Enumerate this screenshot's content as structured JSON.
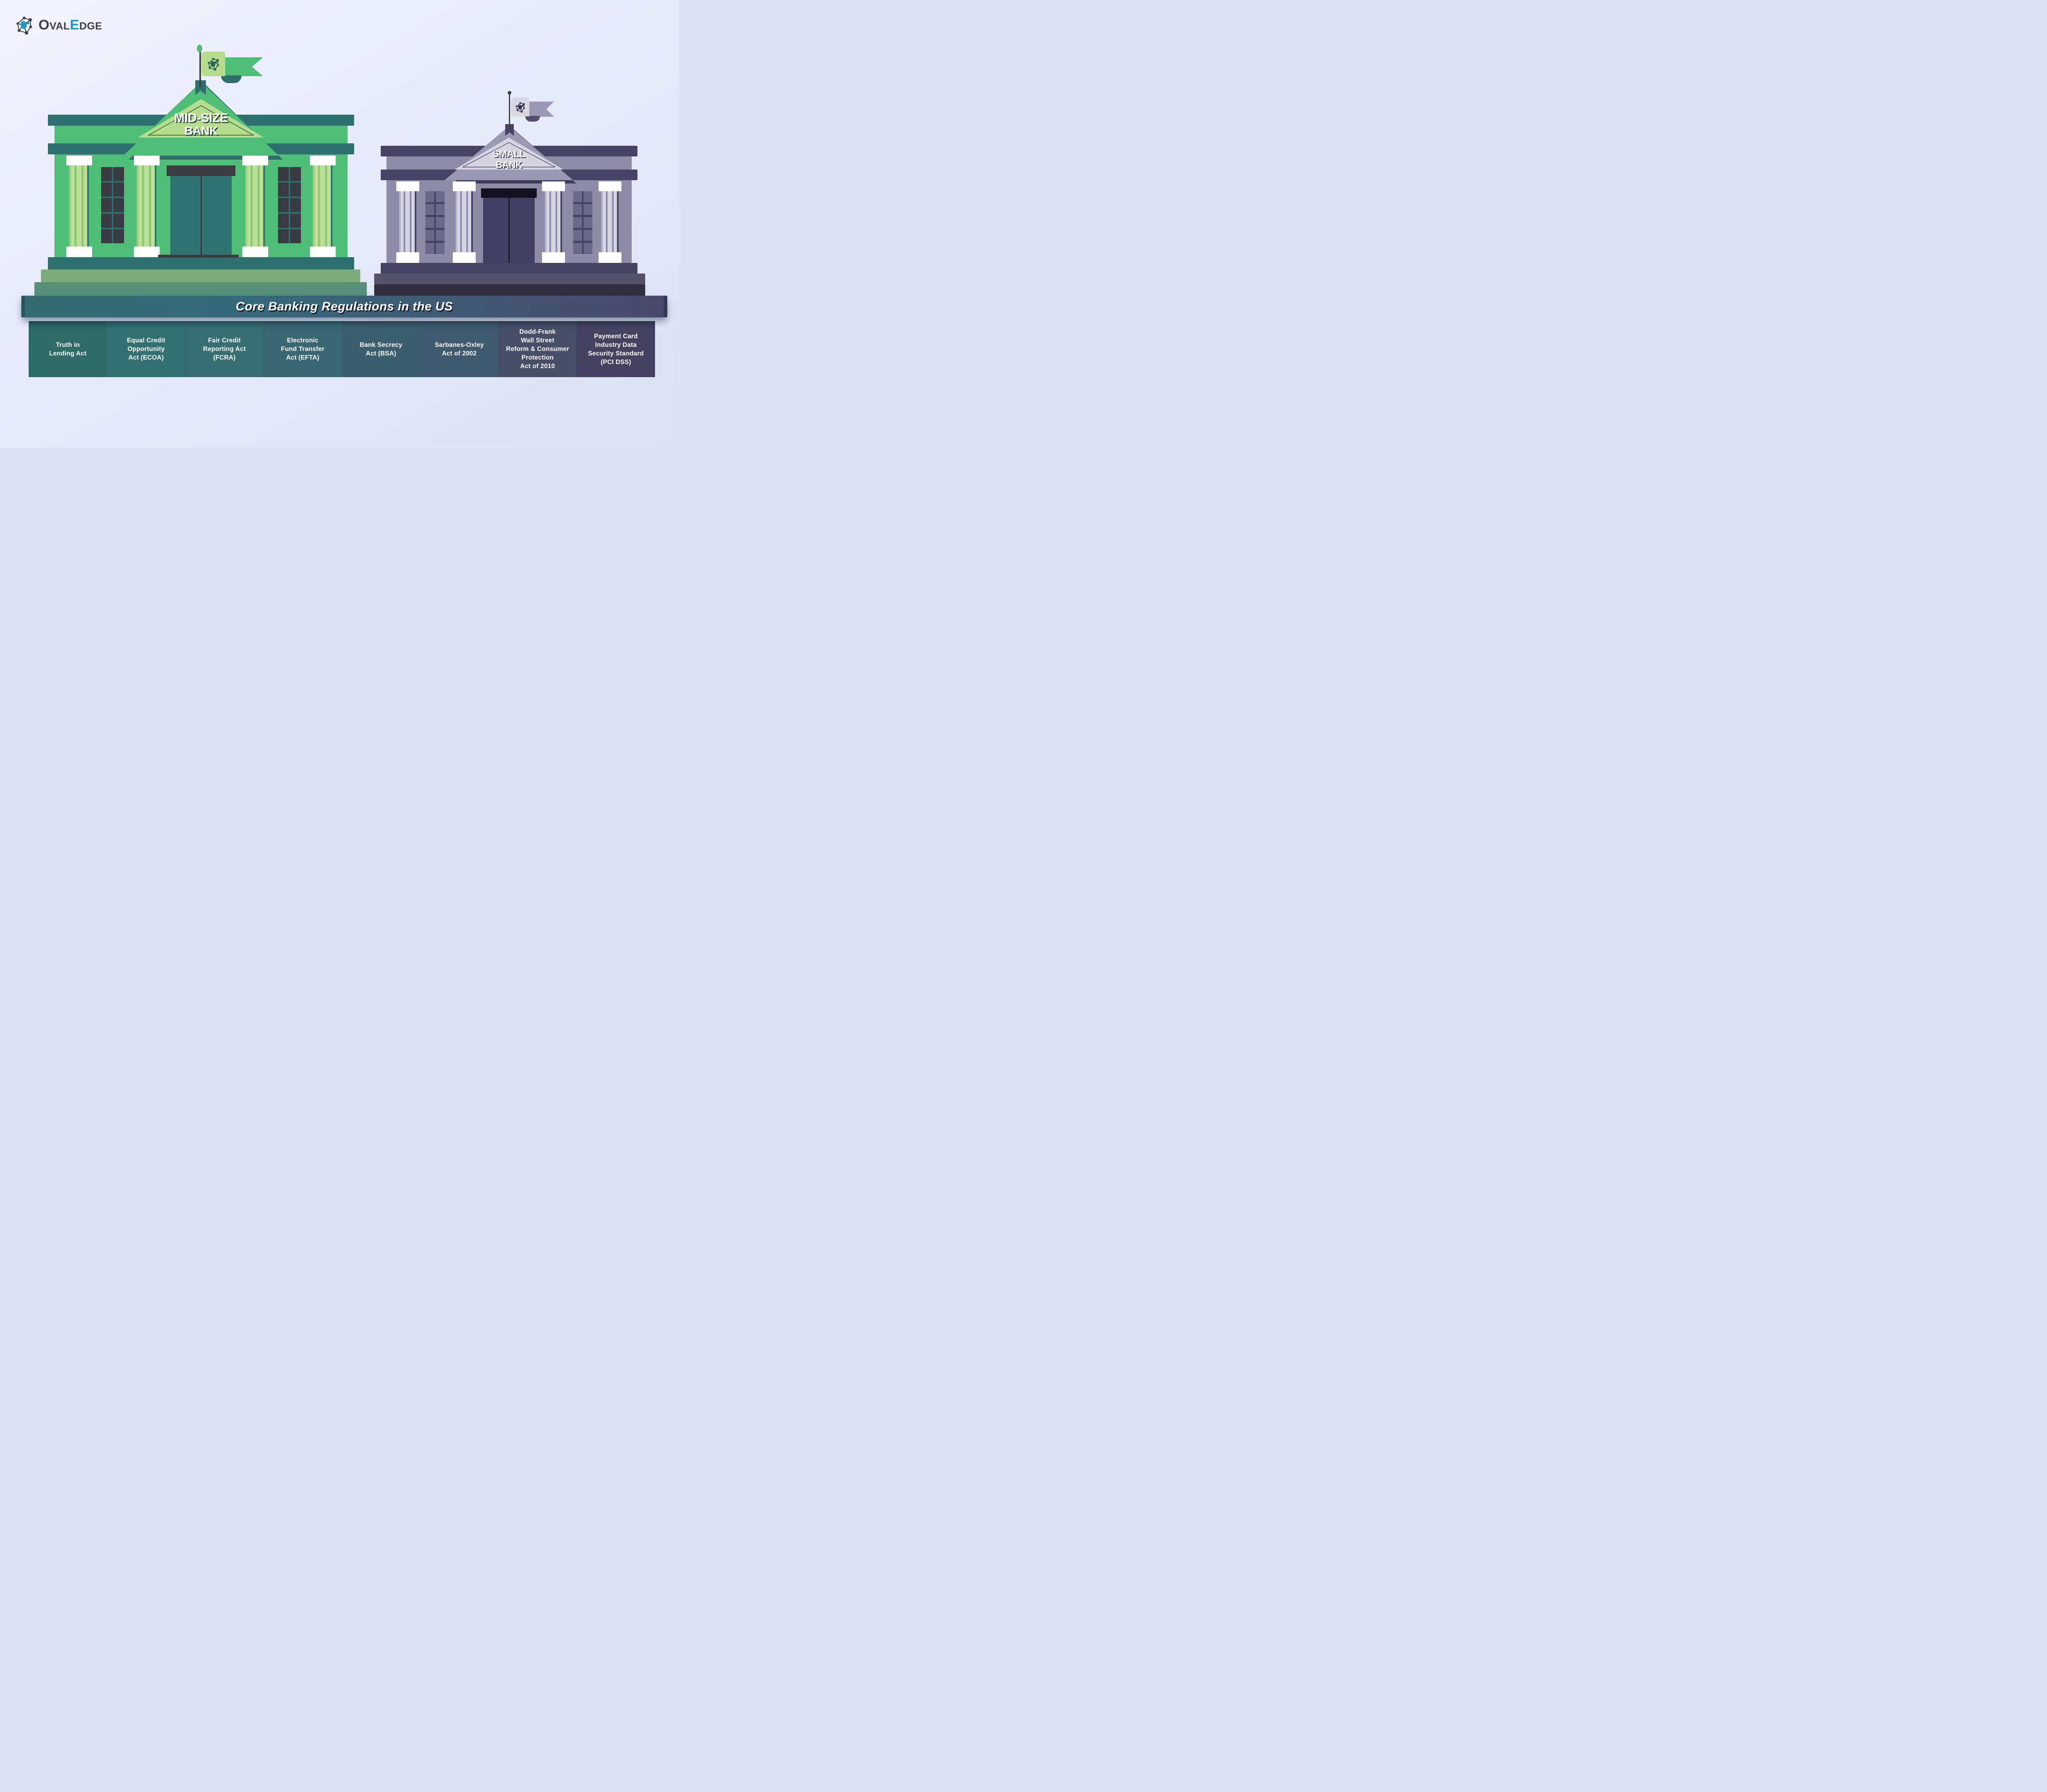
{
  "brand": {
    "full_name": "OvalEdge",
    "seg1": "O",
    "seg2": "VAL",
    "seg3": "E",
    "seg4": "DGE"
  },
  "banner": {
    "title": "Core Banking Regulations in the US"
  },
  "buildings": {
    "mid": {
      "label_line1": "MID-SIZE",
      "label_line2": "BANK"
    },
    "small": {
      "label_line1": "SMALL",
      "label_line2": "BANK"
    }
  },
  "regulations": [
    {
      "label": "Truth in\nLending Act",
      "color": "#2e6a66"
    },
    {
      "label": "Equal Credit\nOpportunity\nAct (ECOA)",
      "color": "#337170"
    },
    {
      "label": "Fair Credit\nReporting Act\n(FCRA)",
      "color": "#366e71"
    },
    {
      "label": "Electronic\nFund Transfer\nAct (EFTA)",
      "color": "#396873"
    },
    {
      "label": "Bank Secrecy\nAct (BSA)",
      "color": "#3c5f70"
    },
    {
      "label": "Sarbanes-Oxley\nAct of 2002",
      "color": "#3f5a6f"
    },
    {
      "label": "Dodd-Frank\nWall Street\nReform & Consumer\nProtection\nAct of 2010",
      "color": "#474e68"
    },
    {
      "label": "Payment Card\nIndustry Data\nSecurity Standard\n(PCI DSS)",
      "color": "#454261"
    }
  ],
  "palette": {
    "background": "#e7eafa",
    "brand_dark": "#3e3e46",
    "brand_blue": "#1f9ac6",
    "mid_green": "#4fbe77",
    "mid_green_light": "#b6dc8d",
    "mid_teal_dark": "#2e706d",
    "mid_door": "#2e7572",
    "mid_step_sage": "#7dac7d",
    "mid_step_gray_green": "#579078",
    "small_purple": "#8e8ba6",
    "small_purple_light": "#d5d4e0",
    "small_navy": "#454263",
    "small_door": "#413e61",
    "window_dark": "#3a3a42",
    "banner_left": "#346b6f",
    "banner_right": "#4a486c",
    "text_white": "#ffffff"
  }
}
